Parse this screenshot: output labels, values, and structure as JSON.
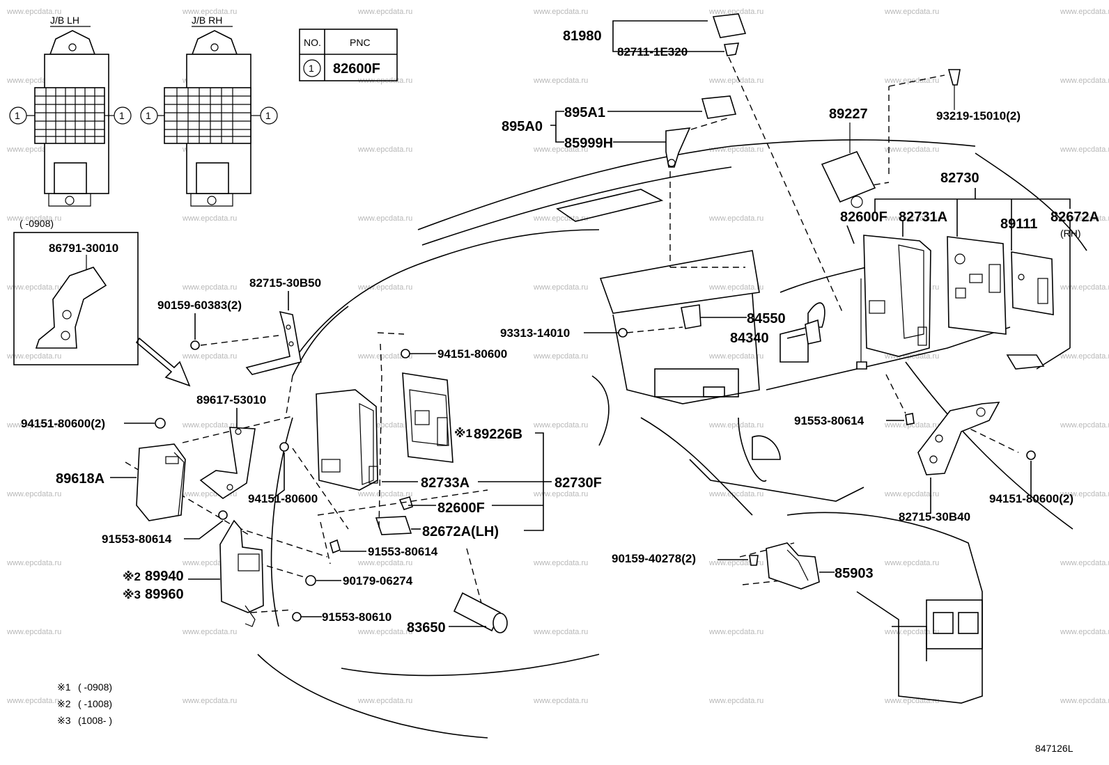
{
  "junction_blocks": {
    "lh_label": "J/B LH",
    "rh_label": "J/B RH",
    "callout": "1"
  },
  "pnc_table": {
    "no_header": "NO.",
    "pnc_header": "PNC",
    "row_no": "1",
    "row_pnc": "82600F"
  },
  "inset": {
    "range": "(      -0908)",
    "part": "86791-30010"
  },
  "parts": {
    "p81980": "81980",
    "p82711": "82711-1E320",
    "p895a1": "895A1",
    "p895a0": "895A0",
    "p85999h": "85999H",
    "p89227": "89227",
    "p93219": "93219-15010(2)",
    "p82730": "82730",
    "p82600f_rh": "82600F",
    "p82731a": "82731A",
    "p89111": "89111",
    "p82672a_rh": "82672A",
    "rh_note": "(RH)",
    "p84550": "84550",
    "p84340": "84340",
    "p93313": "93313-14010",
    "p82715_30b50": "82715-30B50",
    "p90159_60383": "90159-60383(2)",
    "p94151_top": "94151-80600",
    "p89226b_mark": "※1",
    "p89226b": "89226B",
    "p94151_left": "94151-80600(2)",
    "p89617": "89617-53010",
    "p89618a": "89618A",
    "p82733a": "82733A",
    "p82730f": "82730F",
    "p94151_mid": "94151-80600",
    "p82600f_lh": "82600F",
    "p82672a_lh": "82672A(LH)",
    "p91553_a": "91553-80614",
    "p91553_b": "91553-80614",
    "p91553_rh": "91553-80614",
    "p94151_rh": "94151-80600(2)",
    "p82715_30b40": "82715-30B40",
    "p89940_mark": "※2",
    "p89940": "89940",
    "p89960_mark": "※3",
    "p89960": "89960",
    "p90179": "90179-06274",
    "p91553_80610": "91553-80610",
    "p83650": "83650",
    "p90159_40278": "90159-40278(2)",
    "p85903": "85903"
  },
  "footnotes": [
    {
      "mark": "※1",
      "range": "(      -0908)"
    },
    {
      "mark": "※2",
      "range": "(      -1008)"
    },
    {
      "mark": "※3",
      "range": "(1008-      )"
    }
  ],
  "figure_id": "847126L",
  "watermark": "www.epcdata.ru"
}
